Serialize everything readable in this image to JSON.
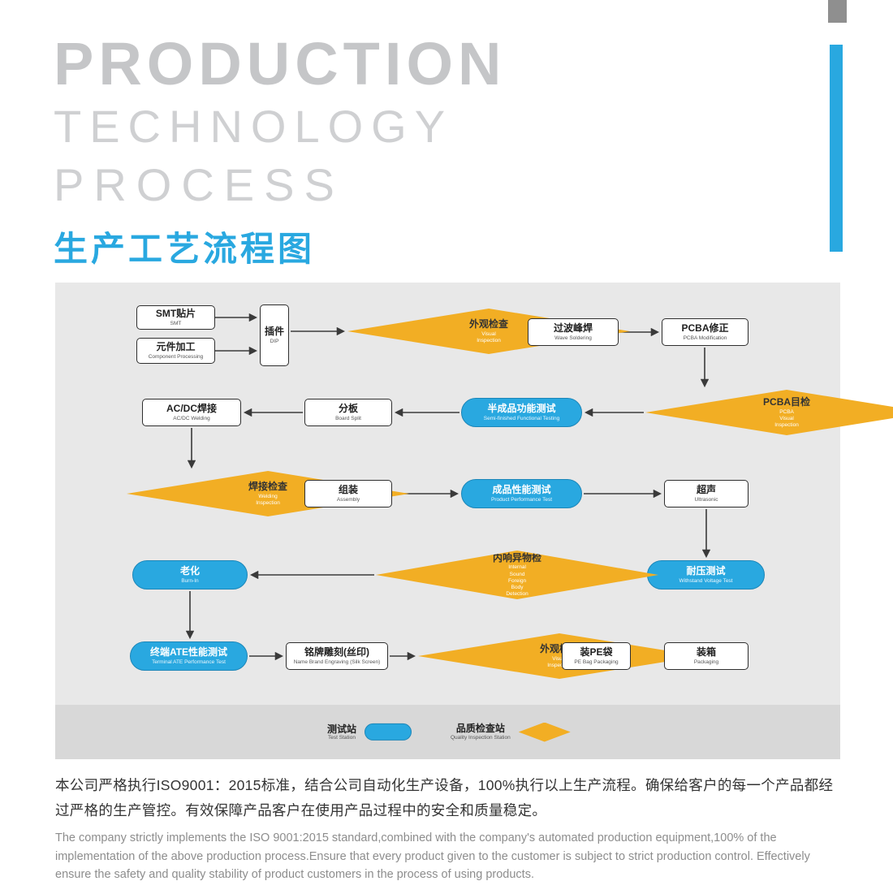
{
  "colors": {
    "accent_blue": "#29A8E0",
    "accent_yellow": "#F2AE24",
    "chart_background": "#E8E8E8",
    "legend_background": "#D8D8D8",
    "title_gray": "#C5C6C8"
  },
  "header": {
    "title_lines": [
      "PRODUCTION",
      "TECHNOLOGY",
      "PROCESS"
    ],
    "subtitle_cn": "生产工艺流程图"
  },
  "flow": {
    "nodes": {
      "smt": {
        "title": "SMT贴片",
        "sub": "SMT"
      },
      "component": {
        "title": "元件加工",
        "sub": "Component Processing"
      },
      "dip": {
        "title": "插件",
        "sub": "DIP"
      },
      "visual1": {
        "title": "外观检查",
        "sub": "Visual Inspection"
      },
      "wave": {
        "title": "过波峰焊",
        "sub": "Wave Soldering"
      },
      "pcba_mod": {
        "title": "PCBA修正",
        "sub": "PCBA Modification"
      },
      "pcba_visual": {
        "title": "PCBA目检",
        "sub": "PCBA Visual Inspection"
      },
      "semi_test": {
        "title": "半成品功能测试",
        "sub": "Semi-finished Functional Testing"
      },
      "board_split": {
        "title": "分板",
        "sub": "Board Split"
      },
      "acdc": {
        "title": "AC/DC焊接",
        "sub": "AC/DC Welding"
      },
      "welding_inspection": {
        "title": "焊接检查",
        "sub": "Welding Inspection"
      },
      "assembly": {
        "title": "组装",
        "sub": "Assembly"
      },
      "product_test": {
        "title": "成品性能测试",
        "sub": "Product Performance Test"
      },
      "ultrasonic": {
        "title": "超声",
        "sub": "Ultrasonic"
      },
      "withstand": {
        "title": "耐压测试",
        "sub": "Withstand Voltage Test"
      },
      "internal_sound": {
        "title": "内响异物检",
        "sub": "Internal Sound Foreign Body Detection"
      },
      "burn_in": {
        "title": "老化",
        "sub": "Burn-In"
      },
      "ate": {
        "title": "终端ATE性能测试",
        "sub": "Terminal ATE Performance Test"
      },
      "engraving": {
        "title": "铭牌雕刻(丝印)",
        "sub": "Name Brand Engraving (Silk Screen)"
      },
      "visual2": {
        "title": "外观检查",
        "sub": "Visual Inspection"
      },
      "pe_bag": {
        "title": "装PE袋",
        "sub": "PE Bag Packaging"
      },
      "packaging": {
        "title": "装箱",
        "sub": "Packaging"
      }
    },
    "legend": {
      "test_station": {
        "title": "测试站",
        "sub": "Test Station"
      },
      "quality_station": {
        "title": "品质检查站",
        "sub": "Quality Inspection Station"
      }
    }
  },
  "footer": {
    "cn": "本公司严格执行ISO9001：2015标准，结合公司自动化生产设备，100%执行以上生产流程。确保给客户的每一个产品都经过严格的生产管控。有效保障产品客户在使用产品过程中的安全和质量稳定。",
    "en": "The company strictly implements the ISO 9001:2015 standard,combined with the company's automated production equipment,100% of the implementation of the above production process.Ensure that every product given to the customer is subject to strict production control. Effectively ensure the safety and quality stability of product customers in the process of using products."
  }
}
